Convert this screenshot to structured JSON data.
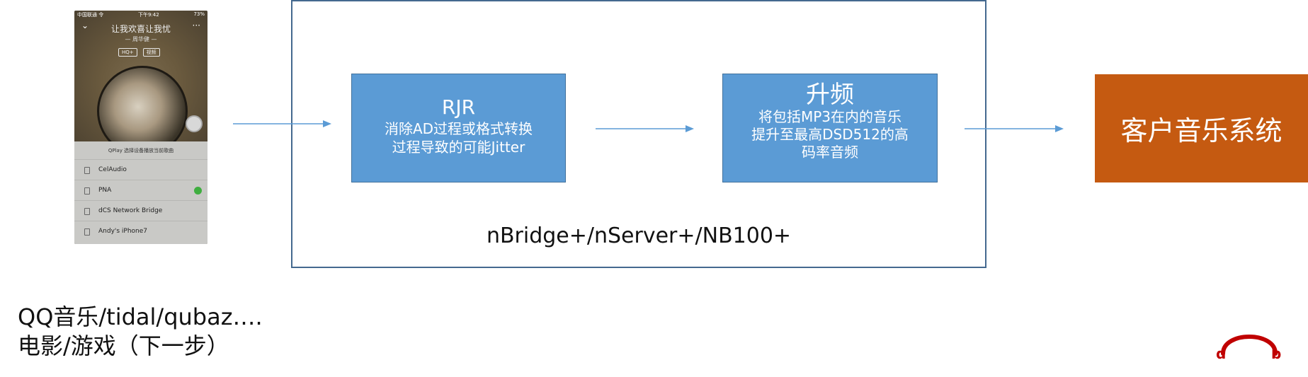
{
  "phone": {
    "status_left": "中国联通 令",
    "status_time": "下午9:42",
    "status_right": "73%",
    "song_title": "让我欢喜让我忧",
    "artist": "— 周华健 —",
    "badges": [
      "HQ+",
      "视频"
    ],
    "sheet_title": "QPlay 选择设备播放当前歌曲",
    "devices": [
      {
        "label": "CelAudio",
        "selected": false
      },
      {
        "label": "PNA",
        "selected": true
      },
      {
        "label": "dCS Network Bridge",
        "selected": false
      },
      {
        "label": "Andy's iPhone7",
        "selected": false
      }
    ]
  },
  "captions": {
    "line1": "QQ音乐/tidal/qubaz….",
    "line2": "电影/游戏（下一步）"
  },
  "frame": {
    "label": "nBridge+/nServer+/NB100+"
  },
  "rjr": {
    "title": "RJR",
    "desc_line1": "消除AD过程或格式转换",
    "desc_line2": "过程导致的可能Jitter"
  },
  "upsample": {
    "title": "升频",
    "desc_line1": "将包括MP3在内的音乐",
    "desc_line2": "提升至最高DSD512的高",
    "desc_line3": "码率音频"
  },
  "customer": {
    "label": "客户音乐系统"
  },
  "colors": {
    "blue_box": "#5b9bd5",
    "frame_border": "#44698f",
    "arrow": "#5b9bd5",
    "orange_box": "#c55a11",
    "logo": "#c00000"
  },
  "icons": {
    "arrow": "arrow-right-icon",
    "logo": "headphones-logo-icon"
  }
}
